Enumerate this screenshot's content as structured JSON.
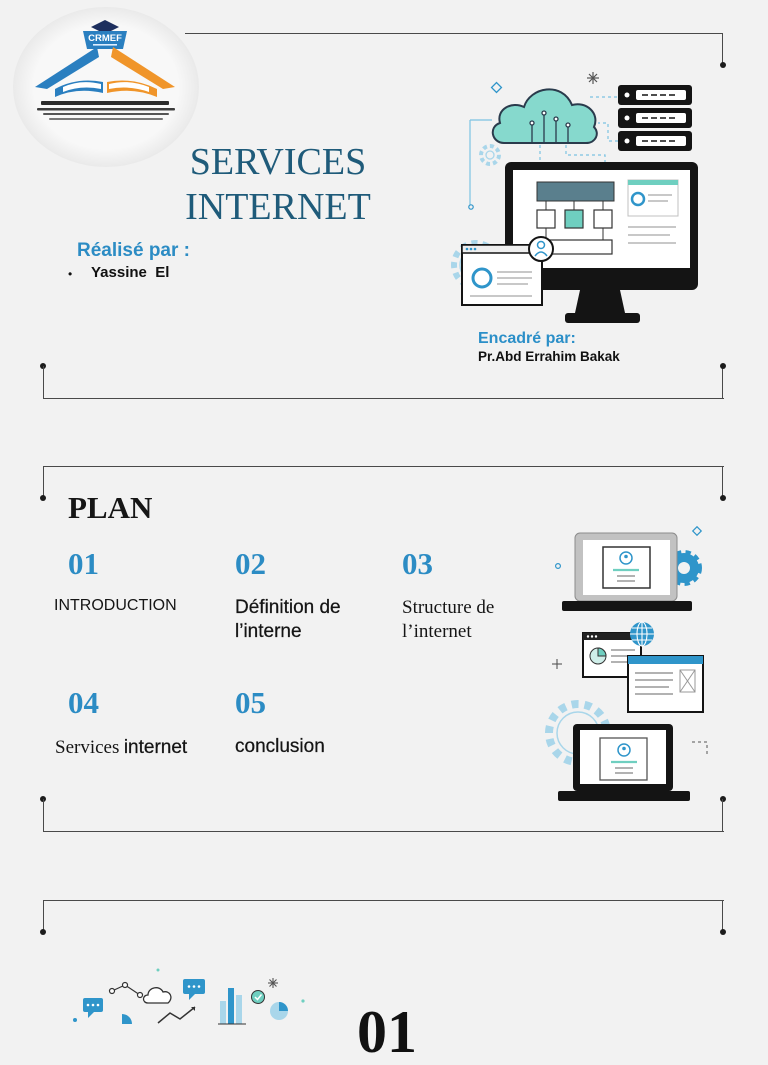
{
  "logo": {
    "name": "CRMEF"
  },
  "cover": {
    "title_lines": [
      "SERVICES",
      "INTERNET"
    ],
    "author_label": "Réalisé par :",
    "bullet": "•",
    "authors": [
      "Yassine  El"
    ],
    "supervisor_label": "Encadré par:",
    "supervisor": "Pr.Abd Errahim Bakak"
  },
  "plan": {
    "title": "PLAN",
    "items": [
      {
        "number": "01",
        "label": "INTRODUCTION"
      },
      {
        "number": "02",
        "label": "Définition de l’interne"
      },
      {
        "number": "03",
        "label": "Structure de l’internet"
      },
      {
        "number": "04",
        "label_serif": "Services",
        "label_sans": "internet"
      },
      {
        "number": "05",
        "label": "conclusion"
      }
    ]
  },
  "section": {
    "number": "01"
  },
  "colors": {
    "background": "#f2f2f2",
    "title": "#1f5b7a",
    "accent": "#2c8cc4",
    "frame": "#4a4a4a",
    "teal": "#86d9cd",
    "icon_blue": "#2f95ca",
    "logo_orange": "#f0952a"
  },
  "icons": [
    "crmef-logo",
    "cloud-icon",
    "server-stack-icon",
    "monitor-icon",
    "gear-icon",
    "user-avatar-icon",
    "laptop-icon",
    "globe-icon",
    "chat-bubble-icon",
    "bar-chart-icon",
    "pie-chart-icon",
    "sparkle-icon"
  ]
}
